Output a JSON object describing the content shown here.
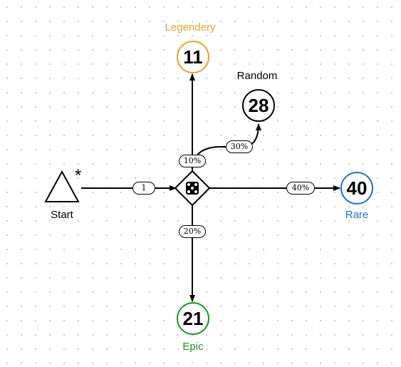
{
  "colors": {
    "legendary": "#f0a030",
    "rare": "#1f6fd6",
    "epic": "#1a9a1a",
    "default": "#000000"
  },
  "start": {
    "label": "Start",
    "marker": "*",
    "icon": "triangle-icon"
  },
  "chance_node": {
    "icon": "dice-icon"
  },
  "nodes": {
    "legendary": {
      "label": "Legendery",
      "value": "11"
    },
    "random": {
      "label": "Random",
      "value": "28"
    },
    "rare": {
      "label": "Rare",
      "value": "40"
    },
    "epic": {
      "label": "Epic",
      "value": "21"
    }
  },
  "edges": {
    "start_to_dice": "1",
    "dice_to_legendary": "10%",
    "dice_to_random": "30%",
    "dice_to_rare": "40%",
    "dice_to_epic": "20%"
  }
}
